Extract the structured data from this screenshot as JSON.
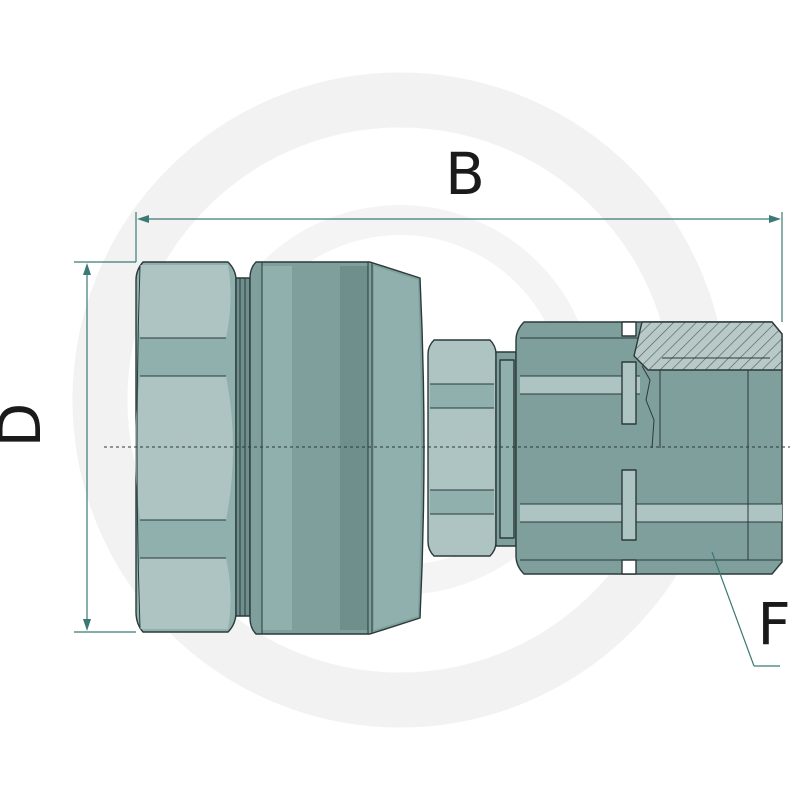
{
  "diagram": {
    "labels": {
      "length": "B",
      "diameter": "D",
      "thread": "F"
    },
    "colors": {
      "steel_dark": "#7f9f9c",
      "steel_mid": "#8fb0ad",
      "steel_light": "#aec4c2",
      "steel_shadow": "#6e8f8c",
      "outline": "#2a3a3a",
      "dimension": "#3b7a74",
      "watermark": "#f1f1f1"
    }
  }
}
